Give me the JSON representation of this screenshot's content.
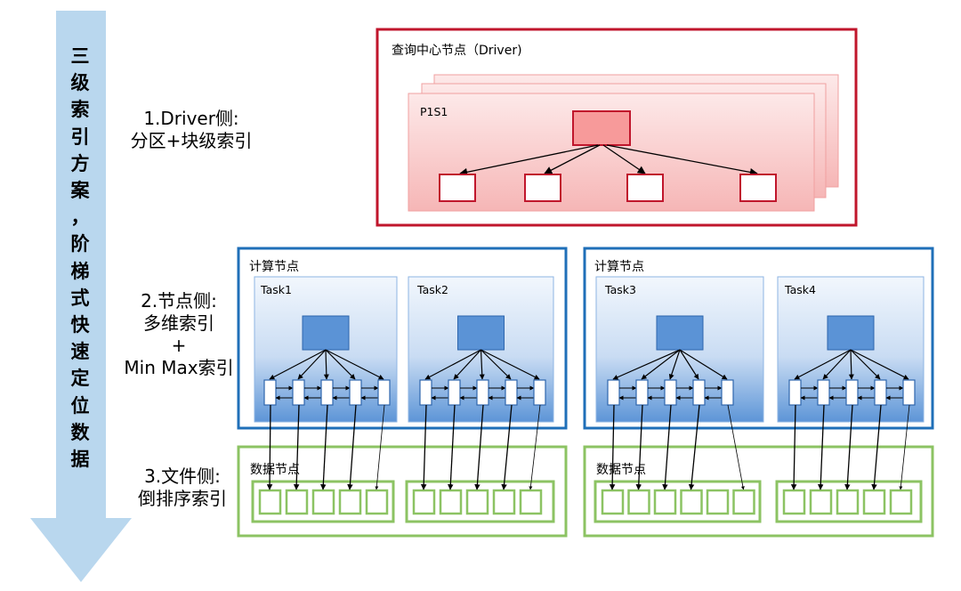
{
  "arrow": {
    "text": [
      "三",
      "级",
      "索",
      "引",
      "方",
      "案",
      "，",
      "阶",
      "梯",
      "式",
      "快",
      "速",
      "定",
      "位",
      "数",
      "据"
    ],
    "color": "#b9d7ee"
  },
  "tiers": {
    "driver": {
      "line1": "1.Driver侧:",
      "line2": "分区+块级索引"
    },
    "node": {
      "line1": "2.节点侧:",
      "line2": "多维索引",
      "line3": "+",
      "line4": "Min Max索引"
    },
    "file": {
      "line1": "3.文件侧:",
      "line2": "倒排序索引"
    }
  },
  "driver_box": {
    "title": "查询中心节点（Driver)",
    "partition": "P1S1",
    "border": "#c0162c"
  },
  "compute_nodes": [
    {
      "title": "计算节点",
      "tasks": [
        "Task1",
        "Task2"
      ]
    },
    {
      "title": "计算节点",
      "tasks": [
        "Task3",
        "Task4"
      ]
    }
  ],
  "data_nodes": [
    {
      "title": "数据节点"
    },
    {
      "title": "数据节点"
    }
  ],
  "colors": {
    "compute_border": "#1f6fb8",
    "data_border": "#8cc363",
    "index_blue": "#5b93d6"
  }
}
